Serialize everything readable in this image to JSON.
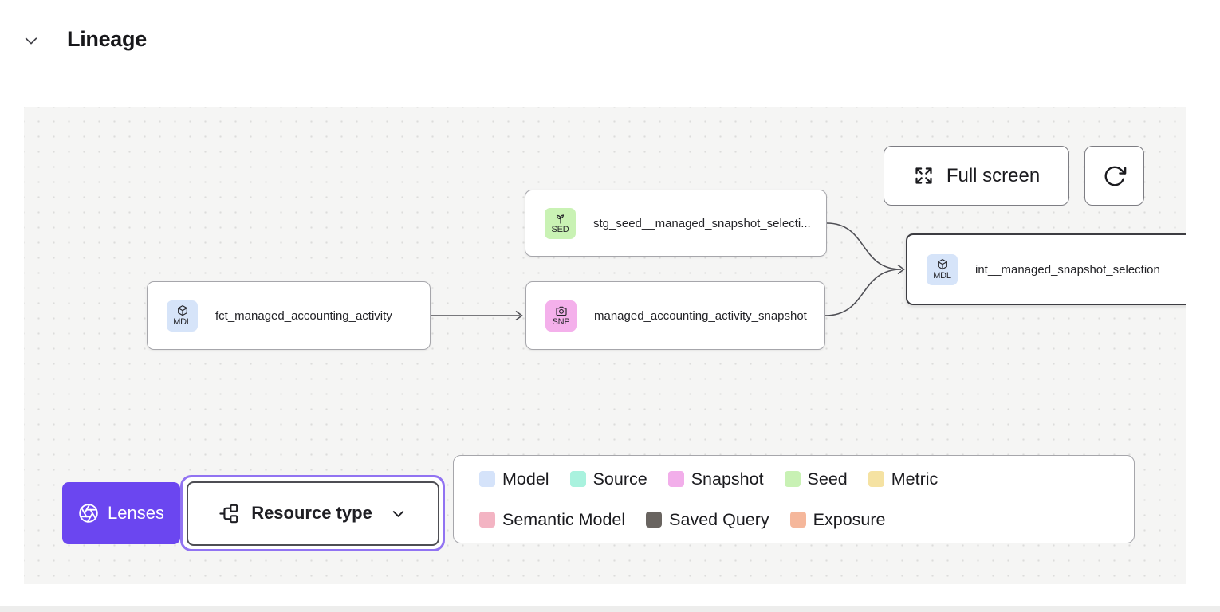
{
  "header": {
    "title": "Lineage"
  },
  "toolbar": {
    "full_screen_label": "Full screen"
  },
  "nodes": [
    {
      "badge": "SED",
      "badge_bg": "#c9f2b4",
      "icon": "seedling-icon",
      "label": "stg_seed__managed_snapshot_selecti..."
    },
    {
      "badge": "MDL",
      "badge_bg": "#d6e4f9",
      "icon": "cube-icon",
      "label": "fct_managed_accounting_activity"
    },
    {
      "badge": "SNP",
      "badge_bg": "#f4b0eb",
      "icon": "camera-icon",
      "label": "managed_accounting_activity_snapshot"
    },
    {
      "badge": "MDL",
      "badge_bg": "#d6e4f9",
      "icon": "cube-icon",
      "label": "int__managed_snapshot_selection",
      "selected": true
    }
  ],
  "legend": {
    "items": [
      {
        "label": "Model",
        "color": "#d5e3fa"
      },
      {
        "label": "Source",
        "color": "#a9f2de"
      },
      {
        "label": "Snapshot",
        "color": "#f2aeea"
      },
      {
        "label": "Seed",
        "color": "#c8f1b4"
      },
      {
        "label": "Metric",
        "color": "#f5e2a2"
      },
      {
        "label": "Semantic Model",
        "color": "#f3b4c3"
      },
      {
        "label": "Saved Query",
        "color": "#696460"
      },
      {
        "label": "Exposure",
        "color": "#f5b79b"
      }
    ]
  },
  "lenses": {
    "label": "Lenses",
    "accent": "#6b46f0"
  },
  "resource_type": {
    "label": "Resource type"
  }
}
